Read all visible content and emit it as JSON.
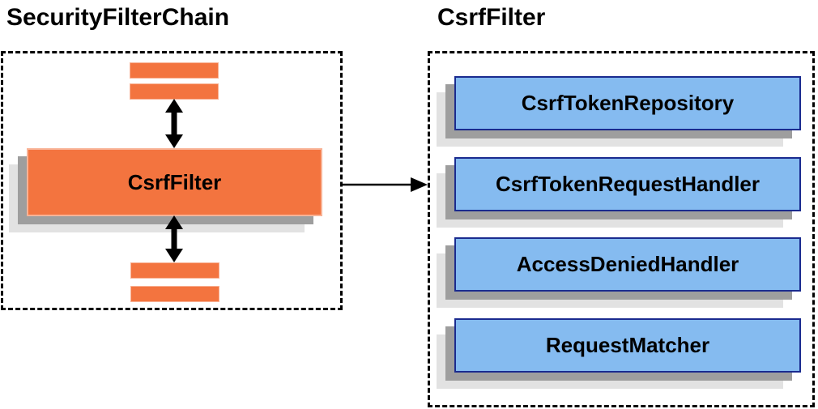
{
  "security_filter_chain_panel": {
    "title": "SecurityFilterChain",
    "csrf_filter_box_label": "CsrfFilter"
  },
  "csrf_filter_panel": {
    "title": "CsrfFilter",
    "components": [
      "CsrfTokenRepository",
      "CsrfTokenRequestHandler",
      "AccessDeniedHandler",
      "RequestMatcher"
    ]
  },
  "icons": {
    "double_arrow_icon": "↕",
    "flow_arrow_icon": "→"
  },
  "colors": {
    "orange": "#F3743F",
    "blue_fill": "#85BBF0",
    "blue_border": "#1A2B8F",
    "shadow_dark": "#9E9E9E",
    "shadow_light": "#E2E2E2",
    "ink": "#000000",
    "bg": "#FFFFFF"
  }
}
